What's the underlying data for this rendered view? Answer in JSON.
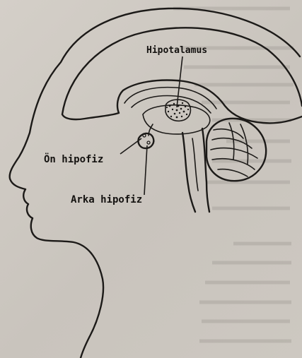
{
  "labels": {
    "hypothalamus": "Hipotalamus",
    "anterior_pituitary": "Ön hipofiz",
    "posterior_pituitary": "Arka hipofiz"
  },
  "colors": {
    "paper": "#cfcac3",
    "ink": "#1c1a18"
  }
}
